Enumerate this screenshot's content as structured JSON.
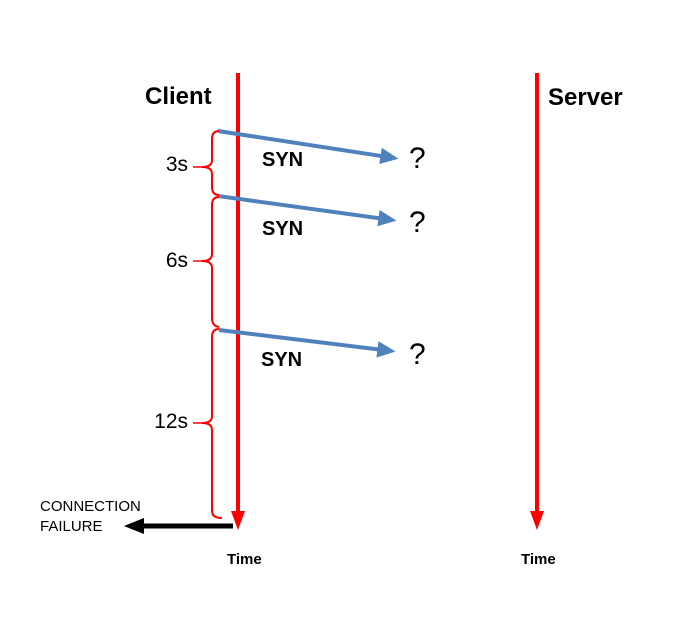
{
  "colors": {
    "timeline": "#fe0000",
    "brace": "#fe0000",
    "message_arrow": "#4f81bd",
    "failure_arrow": "#000000"
  },
  "client": {
    "label": "Client",
    "axis_label": "Time"
  },
  "server": {
    "label": "Server",
    "axis_label": "Time"
  },
  "messages": [
    {
      "label": "SYN",
      "delivery": "?"
    },
    {
      "label": "SYN",
      "delivery": "?"
    },
    {
      "label": "SYN",
      "delivery": "?"
    }
  ],
  "timeouts": [
    {
      "label": "3s"
    },
    {
      "label": "6s"
    },
    {
      "label": "12s"
    }
  ],
  "failure": {
    "line1": "CONNECTION",
    "line2": "FAILURE"
  }
}
